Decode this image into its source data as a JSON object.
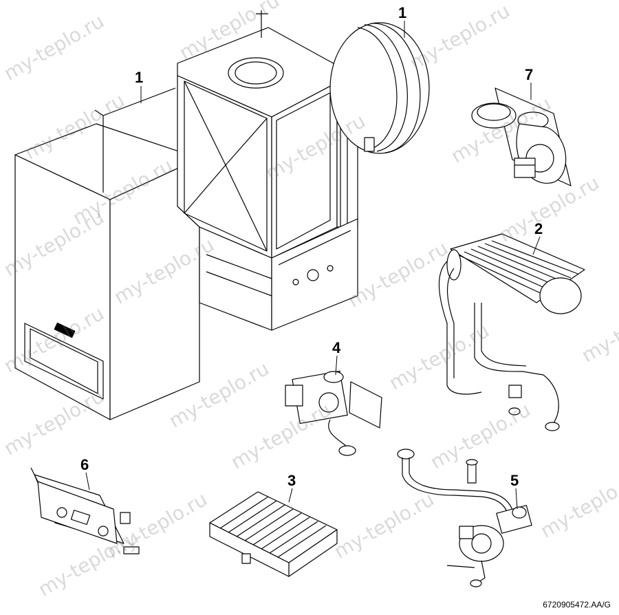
{
  "watermark": "my-teplo.ru",
  "labels": {
    "casing": "1",
    "expansion_vessel": "1",
    "fan": "7",
    "heat_exchanger": "2",
    "gas_valve": "4",
    "control_panel": "6",
    "burner": "3",
    "pump": "5"
  },
  "doc_id": "6720905472.AA/G",
  "colors": {
    "line": "#000000",
    "panel": "#ffffff",
    "shade": "#d9d9d9"
  }
}
